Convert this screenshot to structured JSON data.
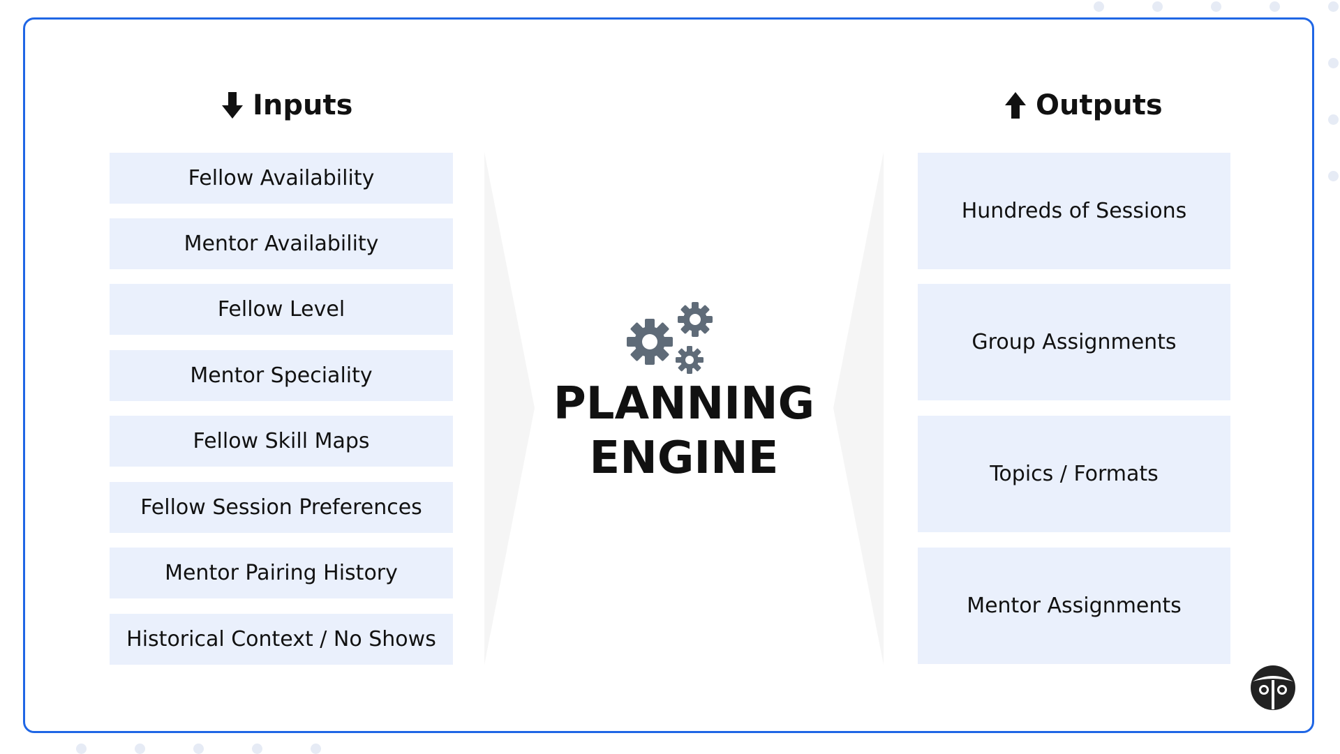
{
  "colors": {
    "frame_border": "#1f66e5",
    "box_fill": "#eaf0fc",
    "dot": "#e6ebf5",
    "gear": "#5f6b78",
    "chevron": "#f5f5f5",
    "text": "#111111"
  },
  "inputs": {
    "heading": "Inputs",
    "icon": "arrow-down-icon",
    "items": [
      {
        "label": "Fellow Availability"
      },
      {
        "label": "Mentor Availability"
      },
      {
        "label": "Fellow Level"
      },
      {
        "label": "Mentor Speciality"
      },
      {
        "label": "Fellow Skill Maps"
      },
      {
        "label": "Fellow Session Preferences"
      },
      {
        "label": "Mentor Pairing History"
      },
      {
        "label": "Historical Context / No Shows"
      }
    ]
  },
  "engine": {
    "line1": "PLANNING",
    "line2": "ENGINE",
    "icon": "gears-icon"
  },
  "outputs": {
    "heading": "Outputs",
    "icon": "arrow-up-icon",
    "items": [
      {
        "label": "Hundreds of Sessions"
      },
      {
        "label": "Group Assignments"
      },
      {
        "label": "Topics / Formats"
      },
      {
        "label": "Mentor Assignments"
      }
    ]
  },
  "logo": {
    "icon": "brand-logo-icon"
  }
}
